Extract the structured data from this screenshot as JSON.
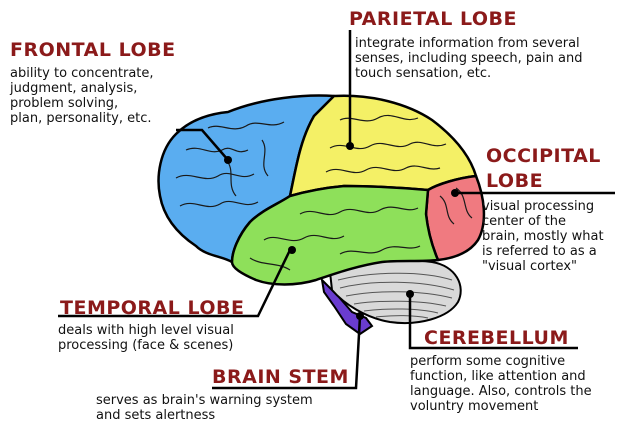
{
  "labels": {
    "frontal": {
      "title": "FRONTAL LOBE",
      "desc": "ability to concentrate,\njudgment, analysis,\nproblem solving,\nplan, personality, etc."
    },
    "parietal": {
      "title": "PARIETAL LOBE",
      "desc": "integrate information from several\nsenses, including speech, pain and\ntouch sensation, etc."
    },
    "occipital": {
      "title_line1": "OCCIPITAL",
      "title_line2": "LOBE",
      "desc": "visual processing\ncenter of the\nbrain, mostly what\nis referred to as a\n\"visual cortex\""
    },
    "temporal": {
      "title": "TEMPORAL LOBE",
      "desc": "deals with high level visual\nprocessing (face & scenes)"
    },
    "brain_stem": {
      "title": "BRAIN STEM",
      "desc": "serves as brain's warning system\nand sets alertness"
    },
    "cerebellum": {
      "title": "CEREBELLUM",
      "desc": "perform some cognitive\nfunction, like attention and\nlanguage. Also, controls the\nvoluntry movement"
    }
  },
  "colors": {
    "frontal": "#5aadf0",
    "parietal": "#f4f066",
    "occipital": "#f07a80",
    "temporal": "#8ee05a",
    "cerebellum": "#d9d9d9",
    "brain_stem": "#6a3ccf",
    "title_text": "#8b1a1a"
  }
}
